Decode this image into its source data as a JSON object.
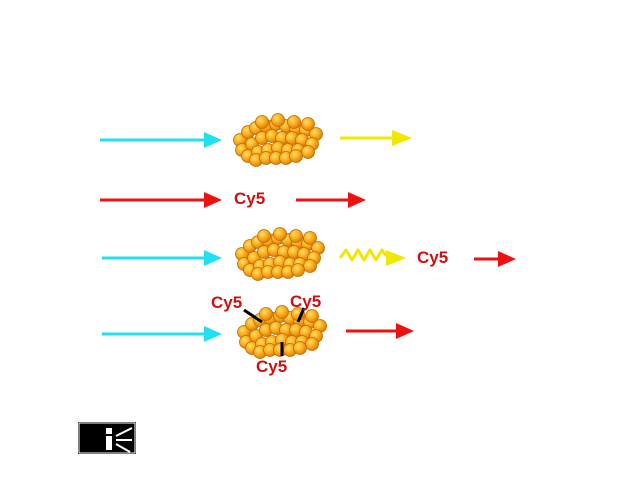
{
  "colors": {
    "cyan": "#22e0f0",
    "red": "#ee1111",
    "yellow": "#f0e800",
    "dot_fill": "#f5a21a",
    "dot_stroke": "#c46a00",
    "label": "#cc1111"
  },
  "rows": [
    {
      "id": "row-1",
      "label": "",
      "has_cluster": true
    },
    {
      "id": "row-2",
      "label": "Cy5",
      "has_cluster": false
    },
    {
      "id": "row-3",
      "label": "Cy5",
      "has_cluster": true
    },
    {
      "id": "row-4",
      "labels": [
        "Cy5",
        "Cy5",
        "Cy5"
      ],
      "has_cluster": true
    }
  ],
  "icon": {
    "name": "presentation-logo-icon"
  }
}
